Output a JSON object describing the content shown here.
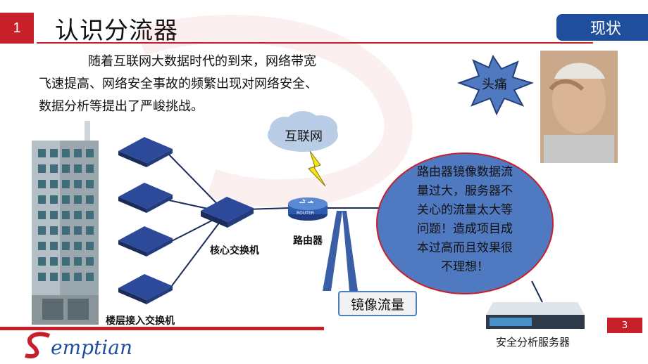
{
  "header": {
    "slide_number": "1",
    "title": "认识分流器",
    "status_tab": "现状"
  },
  "intro": {
    "line1": "随着互联网大数据时代的到来，网络带宽",
    "line2": "飞速提高、网络安全事故的频繁出现对网络安全、",
    "line3": "数据分析等提出了严峻挑战。"
  },
  "diagram": {
    "internet_cloud": "互联网",
    "router_badge": "ROUTER",
    "router_label": "路由器",
    "core_switch_label": "核心交换机",
    "access_switch_label": "楼层接入交换机",
    "mirror_traffic_label": "镜像流量",
    "server_label": "安全分析服务器",
    "headache_label": "头痛",
    "problem_text": {
      "l1": "路由器镜像数据流",
      "l2": "量过大，服务器不",
      "l3": "关心的流量太大等",
      "l4": "问题！造成项目成",
      "l5": "本过高而且效果很",
      "l6": "不理想！"
    }
  },
  "footer": {
    "logo_text": "emptian",
    "page_number": "3"
  },
  "colors": {
    "brand_red": "#c8202a",
    "brand_blue": "#1f4e9c",
    "ellipse_blue": "#4f79c0",
    "switch_blue": "#2d4a9a"
  }
}
